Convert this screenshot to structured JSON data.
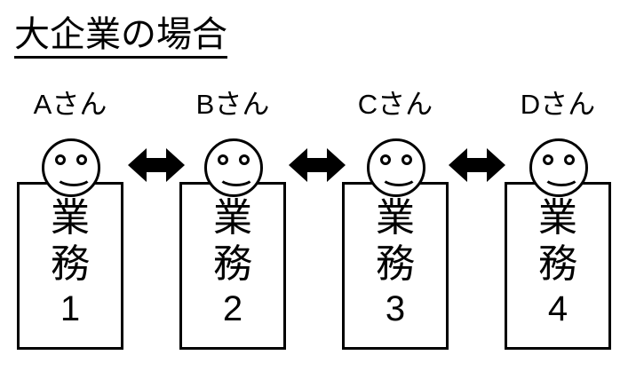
{
  "title": "大企業の場合",
  "diagram": {
    "type": "org-collaboration-chain",
    "people": [
      {
        "label": "Aさん",
        "task_label": "業務",
        "task_number": "1",
        "face_icon": "smiley-face-icon"
      },
      {
        "label": "Bさん",
        "task_label": "業務",
        "task_number": "2",
        "face_icon": "smiley-face-icon"
      },
      {
        "label": "Cさん",
        "task_label": "業務",
        "task_number": "3",
        "face_icon": "smiley-face-icon"
      },
      {
        "label": "Dさん",
        "task_label": "業務",
        "task_number": "4",
        "face_icon": "smiley-face-icon"
      }
    ],
    "connectors": [
      {
        "icon": "double-arrow-icon",
        "between": "Aさん-Bさん"
      },
      {
        "icon": "double-arrow-icon",
        "between": "Bさん-Cさん"
      },
      {
        "icon": "double-arrow-icon",
        "between": "Cさん-Dさん"
      }
    ],
    "colors": {
      "stroke": "#000000",
      "background": "#ffffff"
    }
  }
}
